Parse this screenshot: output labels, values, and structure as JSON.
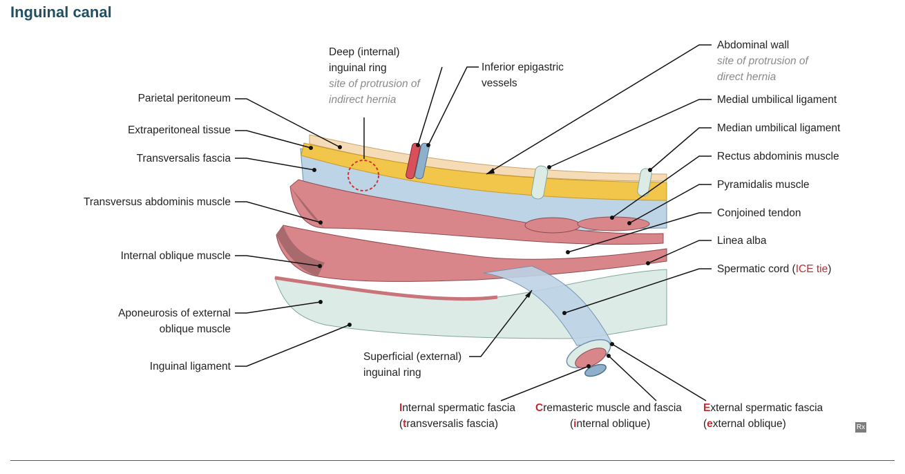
{
  "title": "Inguinal canal",
  "labels": {
    "deep_ring": {
      "line1": "Deep (internal)",
      "line2": "inguinal ring",
      "note1": "site of protrusion of",
      "note2": "indirect hernia"
    },
    "inferior_epigastric": {
      "line1": "Inferior epigastric",
      "line2": "vessels"
    },
    "abdominal_wall": {
      "line1": "Abdominal wall",
      "note1": "site of protrusion of",
      "note2": "direct hernia"
    },
    "medial_umbilical": "Medial umbilical ligament",
    "median_umbilical": "Median umbilical ligament",
    "rectus_abdominis": "Rectus abdominis muscle",
    "pyramidalis": "Pyramidalis muscle",
    "conjoined_tendon": "Conjoined tendon",
    "linea_alba": "Linea alba",
    "spermatic_cord": {
      "text": "Spermatic cord (",
      "highlight": "ICE tie",
      "close": ")"
    },
    "parietal_peritoneum": "Parietal peritoneum",
    "extraperitoneal": "Extraperitoneal tissue",
    "transversalis_fascia": "Transversalis fascia",
    "transversus_abdominis": "Transversus abdominis muscle",
    "internal_oblique": "Internal oblique muscle",
    "aponeurosis": {
      "line1": "Aponeurosis of external",
      "line2": "oblique muscle"
    },
    "inguinal_ligament": "Inguinal ligament",
    "superficial_ring": {
      "line1": "Superficial (external)",
      "line2": "inguinal ring"
    },
    "internal_spermatic": {
      "i": "I",
      "rest1": "nternal spermatic fascia",
      "open": "(",
      "t": "t",
      "rest2": "ransversalis fascia)"
    },
    "cremasteric": {
      "c": "C",
      "rest1": "remasteric muscle and fascia",
      "open": "(",
      "i": "i",
      "rest2": "nternal oblique)"
    },
    "external_spermatic": {
      "e": "E",
      "rest1": "xternal spermatic fascia",
      "open": "(",
      "e2": "e",
      "rest2": "xternal oblique)"
    }
  },
  "badge": "Rx",
  "colors": {
    "title": "#1f4f63",
    "accent_red": "#c4282f",
    "muscle": "#d9868a",
    "muscle_dark": "#a96a6e",
    "fascia_blue": "#bdd3e6",
    "fat_yellow": "#f2c64a",
    "peritoneum": "#f6dcb6",
    "aponeurosis": "#dcebe6"
  }
}
